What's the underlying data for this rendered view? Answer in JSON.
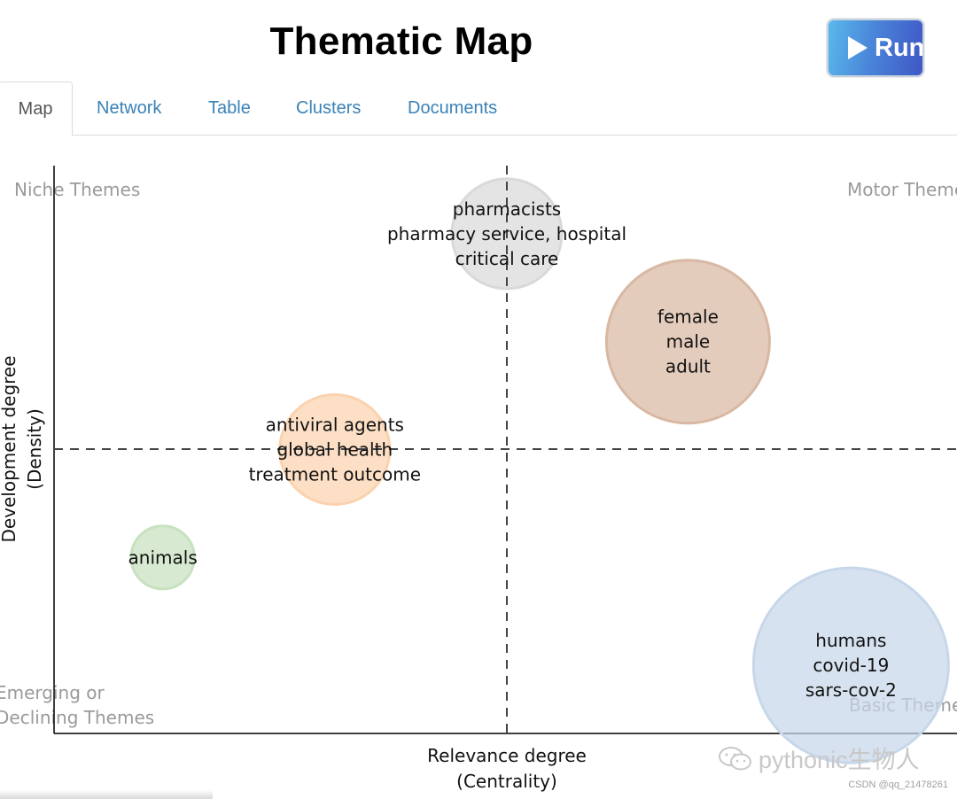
{
  "header": {
    "title": "Thematic Map",
    "run_label": "Run"
  },
  "tabs": [
    {
      "label": "Map",
      "active": true
    },
    {
      "label": "Network",
      "active": false
    },
    {
      "label": "Table",
      "active": false
    },
    {
      "label": "Clusters",
      "active": false
    },
    {
      "label": "Documents",
      "active": false
    }
  ],
  "chart_data": {
    "type": "scatter",
    "xlabel": [
      "Relevance degree",
      "(Centrality)"
    ],
    "ylabel": [
      "Development degree",
      "(Density)"
    ],
    "xlim": [
      0,
      1
    ],
    "ylim": [
      0,
      1
    ],
    "x_reference": 0.5,
    "y_reference": 0.5,
    "quadrant_labels": {
      "top_left": [
        "Niche Themes"
      ],
      "top_right": [
        "Motor Themes"
      ],
      "bottom_left": [
        "Emerging or",
        "Declining Themes"
      ],
      "bottom_right": [
        "Basic Themes"
      ]
    },
    "clusters": [
      {
        "name": "pharmacists",
        "terms": [
          "pharmacists",
          "pharmacy service, hospital",
          "critical care"
        ],
        "centrality": 0.5,
        "density": 0.88,
        "size": 0.35,
        "color": "#d9d9d9"
      },
      {
        "name": "female",
        "terms": [
          "female",
          "male",
          "adult"
        ],
        "centrality": 0.7,
        "density": 0.69,
        "size": 0.6,
        "color": "#d9b8a3"
      },
      {
        "name": "antiviral agents",
        "terms": [
          "antiviral agents",
          "global health",
          "treatment outcome"
        ],
        "centrality": 0.31,
        "density": 0.5,
        "size": 0.35,
        "color": "#fbd2ae"
      },
      {
        "name": "animals",
        "terms": [
          "animals"
        ],
        "centrality": 0.12,
        "density": 0.31,
        "size": 0.13,
        "color": "#c7e2bf"
      },
      {
        "name": "humans",
        "terms": [
          "humans",
          "covid-19",
          "sars-cov-2"
        ],
        "centrality": 0.88,
        "density": 0.12,
        "size": 0.75,
        "color": "#c7d7ea"
      }
    ]
  },
  "watermarks": {
    "wechat": "pythonic生物人",
    "csdn": "CSDN @qq_21478261"
  }
}
